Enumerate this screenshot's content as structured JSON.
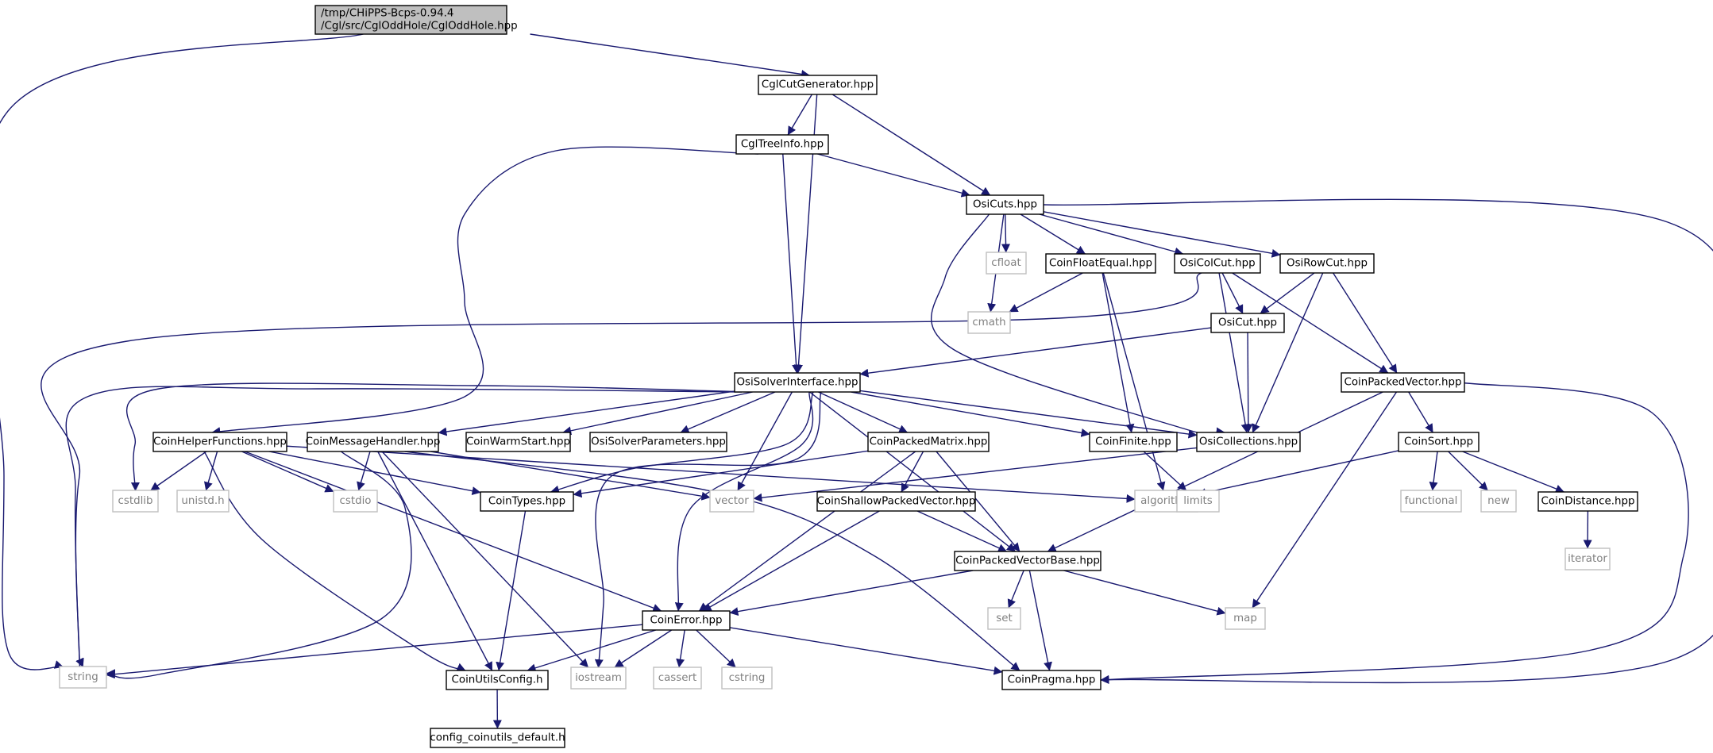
{
  "diagram": {
    "title": "/tmp/CHiPPS-Bcps-0.94.4/Cgl/src/CglOddHole/CglOddHole.hpp",
    "colors": {
      "edge": "#191970",
      "root_fill": "#bfbfbf",
      "node_border": "#000000",
      "external_border": "#bfbfbf",
      "external_text": "#808080"
    },
    "nodes": [
      {
        "id": "root",
        "lines": [
          "/tmp/CHiPPS-Bcps-0.94.4",
          "/Cgl/src/CglOddHole/CglOddHole.hpp"
        ],
        "kind": "root"
      },
      {
        "id": "string",
        "lines": [
          "string"
        ],
        "kind": "external"
      },
      {
        "id": "cglcutgenerator",
        "lines": [
          "CglCutGenerator.hpp"
        ],
        "kind": "header"
      },
      {
        "id": "cgltreeinfo",
        "lines": [
          "CglTreeInfo.hpp"
        ],
        "kind": "header"
      },
      {
        "id": "osicuts",
        "lines": [
          "OsiCuts.hpp"
        ],
        "kind": "header"
      },
      {
        "id": "cfloat",
        "lines": [
          "cfloat"
        ],
        "kind": "external"
      },
      {
        "id": "coinfloatequal",
        "lines": [
          "CoinFloatEqual.hpp"
        ],
        "kind": "header"
      },
      {
        "id": "osicolcut",
        "lines": [
          "OsiColCut.hpp"
        ],
        "kind": "header"
      },
      {
        "id": "osirowcut",
        "lines": [
          "OsiRowCut.hpp"
        ],
        "kind": "header"
      },
      {
        "id": "cmath",
        "lines": [
          "cmath"
        ],
        "kind": "external"
      },
      {
        "id": "osicut",
        "lines": [
          "OsiCut.hpp"
        ],
        "kind": "header"
      },
      {
        "id": "osisolverinterface",
        "lines": [
          "OsiSolverInterface.hpp"
        ],
        "kind": "header"
      },
      {
        "id": "coinpackedvector",
        "lines": [
          "CoinPackedVector.hpp"
        ],
        "kind": "header"
      },
      {
        "id": "coinhelperfunctions",
        "lines": [
          "CoinHelperFunctions.hpp"
        ],
        "kind": "header"
      },
      {
        "id": "coinmessagehandler",
        "lines": [
          "CoinMessageHandler.hpp"
        ],
        "kind": "header"
      },
      {
        "id": "coinwarmstart",
        "lines": [
          "CoinWarmStart.hpp"
        ],
        "kind": "header"
      },
      {
        "id": "osisolverparameters",
        "lines": [
          "OsiSolverParameters.hpp"
        ],
        "kind": "header"
      },
      {
        "id": "coinpackedmatrix",
        "lines": [
          "CoinPackedMatrix.hpp"
        ],
        "kind": "header"
      },
      {
        "id": "coinfinite",
        "lines": [
          "CoinFinite.hpp"
        ],
        "kind": "header"
      },
      {
        "id": "osicollections",
        "lines": [
          "OsiCollections.hpp"
        ],
        "kind": "header"
      },
      {
        "id": "coinsort",
        "lines": [
          "CoinSort.hpp"
        ],
        "kind": "header"
      },
      {
        "id": "cstdlib",
        "lines": [
          "cstdlib"
        ],
        "kind": "external"
      },
      {
        "id": "unistd",
        "lines": [
          "unistd.h"
        ],
        "kind": "external"
      },
      {
        "id": "cstdio",
        "lines": [
          "cstdio"
        ],
        "kind": "external"
      },
      {
        "id": "cointypes",
        "lines": [
          "CoinTypes.hpp"
        ],
        "kind": "header"
      },
      {
        "id": "vector",
        "lines": [
          "vector"
        ],
        "kind": "external"
      },
      {
        "id": "coinshallowpackedvector",
        "lines": [
          "CoinShallowPackedVector.hpp"
        ],
        "kind": "header"
      },
      {
        "id": "algorithm",
        "lines": [
          "algorithm"
        ],
        "kind": "external"
      },
      {
        "id": "limits",
        "lines": [
          "limits"
        ],
        "kind": "external"
      },
      {
        "id": "functional",
        "lines": [
          "functional"
        ],
        "kind": "external"
      },
      {
        "id": "new",
        "lines": [
          "new"
        ],
        "kind": "external"
      },
      {
        "id": "coindistance",
        "lines": [
          "CoinDistance.hpp"
        ],
        "kind": "header"
      },
      {
        "id": "coinpackedvectorbase",
        "lines": [
          "CoinPackedVectorBase.hpp"
        ],
        "kind": "header"
      },
      {
        "id": "iterator",
        "lines": [
          "iterator"
        ],
        "kind": "external"
      },
      {
        "id": "coinerror",
        "lines": [
          "CoinError.hpp"
        ],
        "kind": "header"
      },
      {
        "id": "set",
        "lines": [
          "set"
        ],
        "kind": "external"
      },
      {
        "id": "map",
        "lines": [
          "map"
        ],
        "kind": "external"
      },
      {
        "id": "coinutilsconfig",
        "lines": [
          "CoinUtilsConfig.h"
        ],
        "kind": "header"
      },
      {
        "id": "iostream",
        "lines": [
          "iostream"
        ],
        "kind": "external"
      },
      {
        "id": "cassert",
        "lines": [
          "cassert"
        ],
        "kind": "external"
      },
      {
        "id": "cstring",
        "lines": [
          "cstring"
        ],
        "kind": "external"
      },
      {
        "id": "coinpragma",
        "lines": [
          "CoinPragma.hpp"
        ],
        "kind": "header"
      },
      {
        "id": "configcoinutils",
        "lines": [
          "config_coinutils_default.h"
        ],
        "kind": "header"
      }
    ],
    "edges": [
      [
        "root",
        "string"
      ],
      [
        "root",
        "cglcutgenerator"
      ],
      [
        "cglcutgenerator",
        "cgltreeinfo"
      ],
      [
        "cglcutgenerator",
        "osicuts"
      ],
      [
        "cglcutgenerator",
        "osisolverinterface"
      ],
      [
        "cgltreeinfo",
        "osicuts"
      ],
      [
        "cgltreeinfo",
        "osisolverinterface"
      ],
      [
        "cgltreeinfo",
        "coinhelperfunctions"
      ],
      [
        "osicuts",
        "cfloat"
      ],
      [
        "osicuts",
        "cmath"
      ],
      [
        "osicuts",
        "coinfloatequal"
      ],
      [
        "osicuts",
        "osicolcut"
      ],
      [
        "osicuts",
        "osirowcut"
      ],
      [
        "osicuts",
        "osicollections"
      ],
      [
        "osicuts",
        "coinpragma"
      ],
      [
        "coinfloatequal",
        "cmath"
      ],
      [
        "coinfloatequal",
        "algorithm"
      ],
      [
        "coinfloatequal",
        "coinfinite"
      ],
      [
        "osicolcut",
        "string"
      ],
      [
        "osicolcut",
        "osicut"
      ],
      [
        "osicolcut",
        "osicollections"
      ],
      [
        "osicolcut",
        "coinpackedvector"
      ],
      [
        "osirowcut",
        "osicut"
      ],
      [
        "osirowcut",
        "osicollections"
      ],
      [
        "osirowcut",
        "coinpackedvector"
      ],
      [
        "osicut",
        "osisolverinterface"
      ],
      [
        "osicut",
        "osicollections"
      ],
      [
        "osisolverinterface",
        "string"
      ],
      [
        "osisolverinterface",
        "cstdlib"
      ],
      [
        "osisolverinterface",
        "coinmessagehandler"
      ],
      [
        "osisolverinterface",
        "coinwarmstart"
      ],
      [
        "osisolverinterface",
        "osisolverparameters"
      ],
      [
        "osisolverinterface",
        "coinpackedmatrix"
      ],
      [
        "osisolverinterface",
        "coinfinite"
      ],
      [
        "osisolverinterface",
        "osicollections"
      ],
      [
        "osisolverinterface",
        "cointypes"
      ],
      [
        "osisolverinterface",
        "vector"
      ],
      [
        "osisolverinterface",
        "coinerror"
      ],
      [
        "osisolverinterface",
        "coinpackedvectorbase"
      ],
      [
        "osisolverinterface",
        "iostream"
      ],
      [
        "coinpackedvector",
        "coinsort"
      ],
      [
        "coinpackedvector",
        "coinpackedvectorbase"
      ],
      [
        "coinpackedvector",
        "map"
      ],
      [
        "coinpackedvector",
        "coinpragma"
      ],
      [
        "coinhelperfunctions",
        "cstdlib"
      ],
      [
        "coinhelperfunctions",
        "unistd"
      ],
      [
        "coinhelperfunctions",
        "cstdio"
      ],
      [
        "coinhelperfunctions",
        "cointypes"
      ],
      [
        "coinhelperfunctions",
        "algorithm"
      ],
      [
        "coinhelperfunctions",
        "coinerror"
      ],
      [
        "coinhelperfunctions",
        "coinutilsconfig"
      ],
      [
        "coinmessagehandler",
        "cstdio"
      ],
      [
        "coinmessagehandler",
        "string"
      ],
      [
        "coinmessagehandler",
        "vector"
      ],
      [
        "coinmessagehandler",
        "coinutilsconfig"
      ],
      [
        "coinmessagehandler",
        "iostream"
      ],
      [
        "coinmessagehandler",
        "coinpragma"
      ],
      [
        "coinpackedmatrix",
        "cointypes"
      ],
      [
        "coinpackedmatrix",
        "coinshallowpackedvector"
      ],
      [
        "coinpackedmatrix",
        "coinpackedvectorbase"
      ],
      [
        "coinpackedmatrix",
        "coinerror"
      ],
      [
        "coinfinite",
        "limits"
      ],
      [
        "osicollections",
        "vector"
      ],
      [
        "coinsort",
        "algorithm"
      ],
      [
        "coinsort",
        "functional"
      ],
      [
        "coinsort",
        "new"
      ],
      [
        "coinsort",
        "coindistance"
      ],
      [
        "coindistance",
        "iterator"
      ],
      [
        "cointypes",
        "coinutilsconfig"
      ],
      [
        "coinshallowpackedvector",
        "coinpackedvectorbase"
      ],
      [
        "coinshallowpackedvector",
        "coinerror"
      ],
      [
        "coinpackedvectorbase",
        "coinerror"
      ],
      [
        "coinpackedvectorbase",
        "set"
      ],
      [
        "coinpackedvectorbase",
        "map"
      ],
      [
        "coinpackedvectorbase",
        "coinpragma"
      ],
      [
        "coinerror",
        "string"
      ],
      [
        "coinerror",
        "coinutilsconfig"
      ],
      [
        "coinerror",
        "iostream"
      ],
      [
        "coinerror",
        "cassert"
      ],
      [
        "coinerror",
        "cstring"
      ],
      [
        "coinerror",
        "coinpragma"
      ],
      [
        "coinutilsconfig",
        "configcoinutils"
      ]
    ]
  }
}
